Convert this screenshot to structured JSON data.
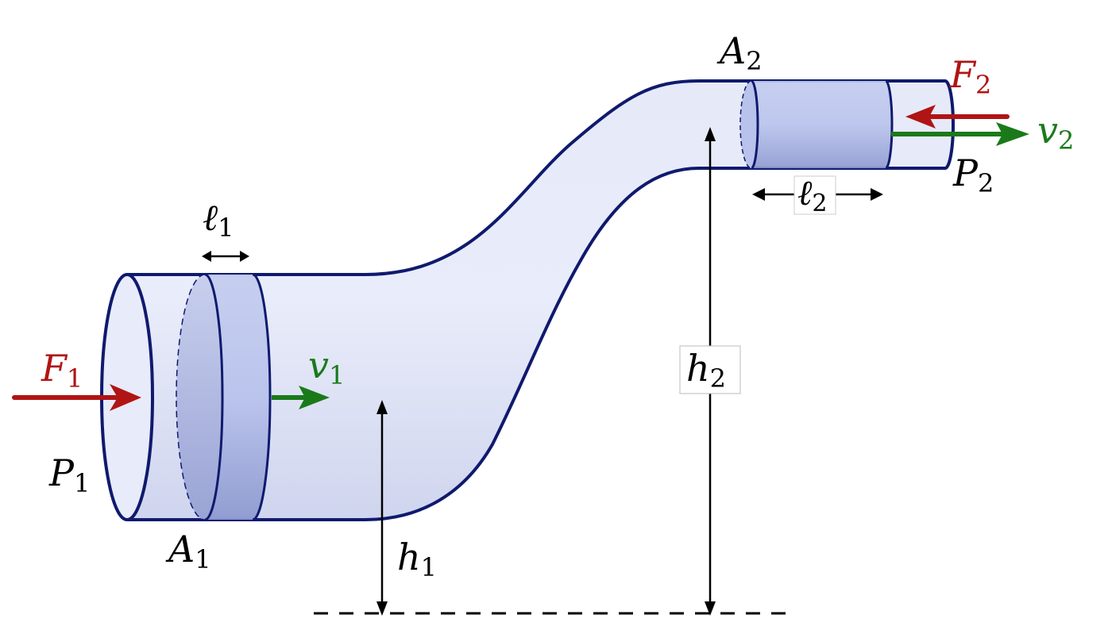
{
  "labels": {
    "F1": {
      "main": "F",
      "sub": "1"
    },
    "F2": {
      "main": "F",
      "sub": "2"
    },
    "v1": {
      "main": "v",
      "sub": "1"
    },
    "v2": {
      "main": "v",
      "sub": "2"
    },
    "P1": {
      "main": "P",
      "sub": "1"
    },
    "P2": {
      "main": "P",
      "sub": "2"
    },
    "A1": {
      "main": "A",
      "sub": "1"
    },
    "A2": {
      "main": "A",
      "sub": "2"
    },
    "l1": {
      "main": "ℓ",
      "sub": "1"
    },
    "l2": {
      "main": "ℓ",
      "sub": "2"
    },
    "h1": {
      "main": "h",
      "sub": "1"
    },
    "h2": {
      "main": "h",
      "sub": "2"
    }
  },
  "colors": {
    "pipe_outline": "#0f1a6e",
    "pipe_fill": "#dde2f5",
    "slab_fill": "#b7c1ea",
    "force": "#b01414",
    "velocity": "#1a7a1a",
    "text": "#000000"
  }
}
